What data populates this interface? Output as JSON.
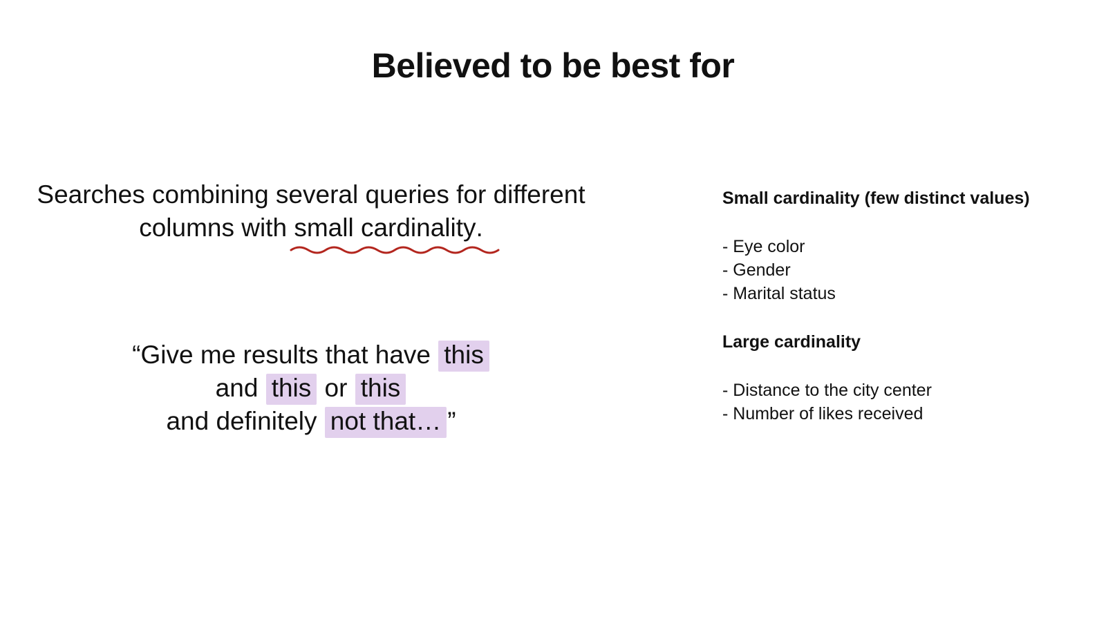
{
  "title": "Believed to be best for",
  "statement": {
    "before": "Searches combining several queries for different columns with ",
    "underlined": "small cardinality",
    "after": ".",
    "underline_color": "#b3261e"
  },
  "quote": {
    "highlight_color": "#c9a6dd",
    "line1": {
      "text": "“Give me results that have",
      "hl": "this"
    },
    "line2": {
      "text1": "and",
      "hl1": "this",
      "text2": "or",
      "hl2": "this"
    },
    "line3": {
      "text": "and definitely",
      "hl": "not that…",
      "close": "”"
    }
  },
  "side": {
    "small": {
      "heading": "Small cardinality (few distinct values)",
      "items": [
        "- Eye color",
        "- Gender",
        "- Marital status"
      ]
    },
    "large": {
      "heading": "Large cardinality",
      "items": [
        "- Distance to the city center",
        "- Number of likes received"
      ]
    }
  }
}
